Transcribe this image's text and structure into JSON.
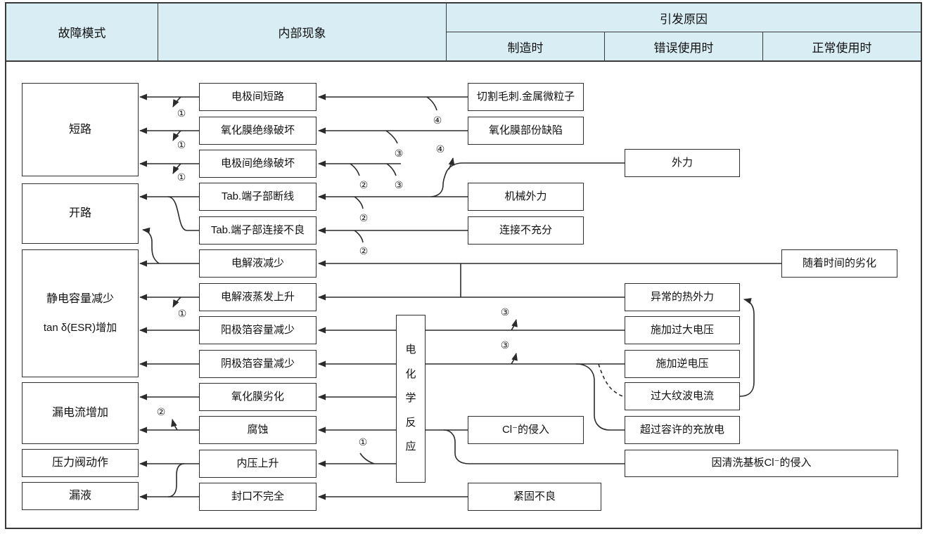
{
  "header": {
    "fault_mode": "故障模式",
    "internal_phenomenon": "内部现象",
    "cause": "引发原因",
    "cause_manufacturing": "制造时",
    "cause_misuse": "错误使用时",
    "cause_normal": "正常使用时"
  },
  "faults": {
    "short_circuit": "短路",
    "open_circuit": "开路",
    "capacitance_decrease": "静电容量减少",
    "esr_increase": "tan δ(ESR)增加",
    "leakage_current_increase": "漏电流增加",
    "pressure_valve_operation": "压力阀动作",
    "liquid_leakage": "漏液"
  },
  "phenomena": [
    "电极间短路",
    "氧化膜绝缘破坏",
    "电极间绝缘破坏",
    "Tab.端子部断线",
    "Tab.端子部连接不良",
    "电解液减少",
    "电解液蒸发上升",
    "阳极箔容量减少",
    "阴极箔容量减少",
    "氧化膜劣化",
    "腐蚀",
    "内压上升",
    "封口不完全"
  ],
  "reaction": "电\n化\n学\n反\n应",
  "causes_manufacturing": [
    "切割毛刺.金属微粒子",
    "氧化膜部份缺陷",
    "机械外力",
    "连接不充分",
    "Cl⁻的侵入",
    "紧固不良"
  ],
  "causes_misuse": [
    "外力",
    "异常的热外力",
    "施加过大电压",
    "施加逆电压",
    "过大纹波电流",
    "超过容许的充放电",
    "因清洗基板Cl⁻的侵入"
  ],
  "causes_normal": [
    "随着时间的劣化"
  ],
  "markers": [
    "①",
    "①",
    "①",
    "①",
    "①",
    "②",
    "②",
    "②",
    "②",
    "③",
    "③",
    "③",
    "③",
    "④",
    "④"
  ]
}
